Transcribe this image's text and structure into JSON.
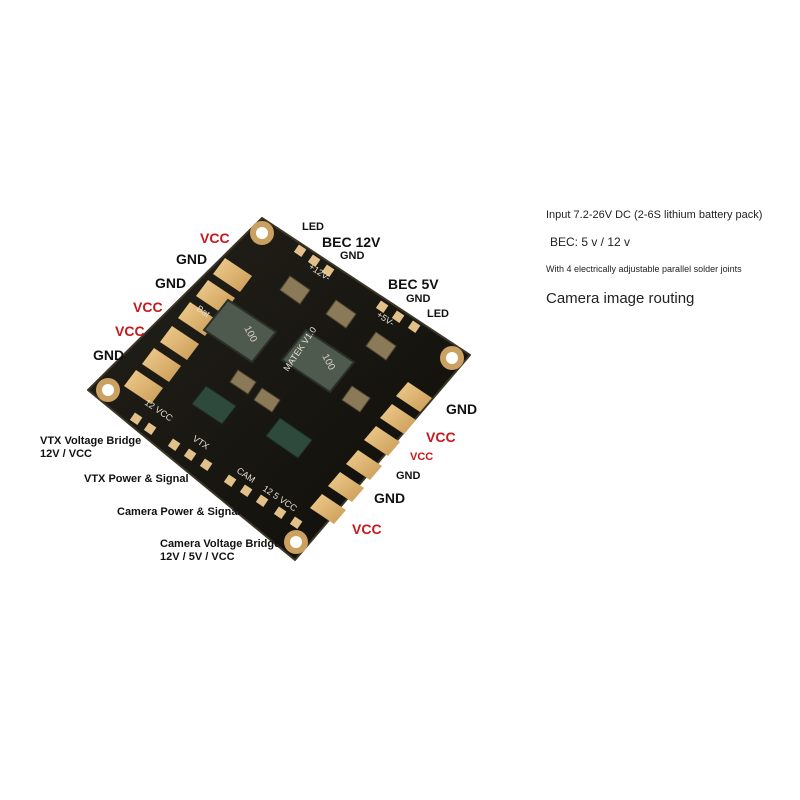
{
  "board": {
    "name": "MATEK V1.0",
    "inductor_marking": "100",
    "silkscreen": {
      "bat": "Bat",
      "minus": "-",
      "plus": "+",
      "twelve_vcc": "12 VCC",
      "vtx": "VTX",
      "cam": "CAM",
      "cam_bridge": "12  5  VCC",
      "five_v": "+5V-",
      "twelve_v": "+12V-"
    }
  },
  "labels": {
    "left_vcc_1": "VCC",
    "left_gnd_1": "GND",
    "left_gnd_2": "GND",
    "left_vcc_2": "VCC",
    "left_vcc_3": "VCC",
    "left_gnd_3": "GND",
    "led_top": "LED",
    "bec_12v": "BEC 12V",
    "gnd_12v": "GND",
    "bec_5v": "BEC 5V",
    "gnd_5v": "GND",
    "led_right": "LED",
    "right_gnd_1": "GND",
    "right_vcc_1": "VCC",
    "right_vcc_2": "VCC",
    "right_gnd_2": "GND",
    "right_gnd_3": "GND",
    "right_vcc_3": "VCC"
  },
  "captions": {
    "vtx_bridge_1": "VTX Voltage Bridge",
    "vtx_bridge_2": "12V / VCC",
    "vtx_power": "VTX Power & Signal",
    "camera_power": "Camera Power & Signal",
    "camera_bridge_1": "Camera Voltage Bridge",
    "camera_bridge_2": "12V / 5V / VCC"
  },
  "specs": {
    "input": "Input 7.2-26V DC (2-6S lithium battery pack)",
    "bec": "BEC: 5 v / 12 v",
    "joints": "With 4 electrically adjustable parallel solder joints",
    "routing": "Camera image routing"
  },
  "colors": {
    "pcb": "#17150f",
    "pad_gold": "#d9b170",
    "label_red": "#c8171d"
  }
}
